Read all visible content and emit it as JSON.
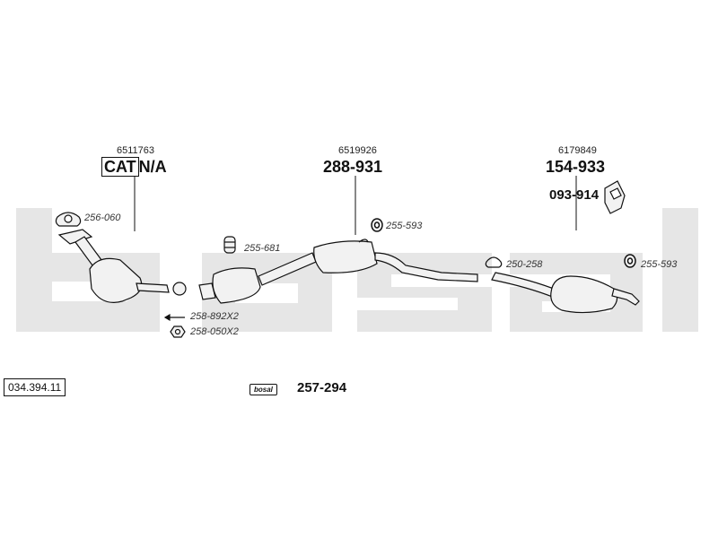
{
  "colors": {
    "watermark": "#e6e6e6",
    "ink": "#111111",
    "part_fill": "#f2f2f2"
  },
  "watermark_text": "bosal",
  "reference_number": "034.394.11",
  "logo_text": "bosal",
  "kit_number": "257-294",
  "groups": {
    "front": {
      "oe_number": "6511763",
      "cat_label": "CAT",
      "cat_value": "N/A"
    },
    "middle": {
      "oe_number": "6519926",
      "part_number": "288-931"
    },
    "rear": {
      "oe_number": "6179849",
      "part_number": "154-933",
      "bracket_number": "093-914"
    }
  },
  "accessories": {
    "gasket_front": "256-060",
    "rubber_mount_mid": "255-681",
    "bolt": "258-892X2",
    "nut": "258-050X2",
    "rubber_ring_mid": "255-593",
    "clamp_rear": "250-258",
    "rubber_ring_rear": "255-593"
  }
}
